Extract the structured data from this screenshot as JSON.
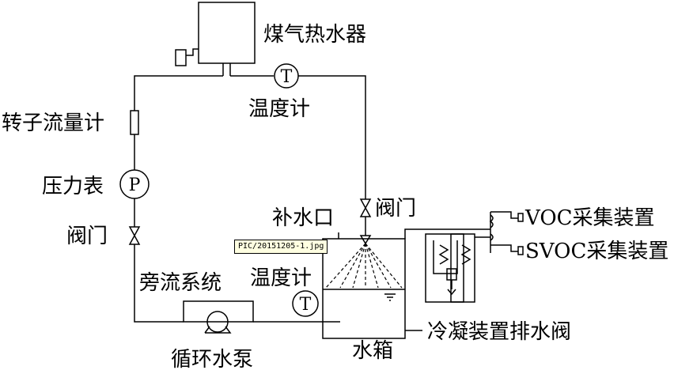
{
  "labels": {
    "gas_heater": "煤气热水器",
    "thermometer_top": "温度计",
    "rotameter": "转子流量计",
    "pressure_gauge": "压力表",
    "valve_left": "阀门",
    "valve_right": "阀门",
    "makeup_port": "补水口",
    "thermometer_tank": "温度计",
    "bypass": "旁流系统",
    "pump": "循环水泵",
    "tank": "水箱",
    "condenser_drain": "冷凝装置排水阀",
    "voc": "VOC采集装置",
    "svoc": "SVOC采集装置"
  },
  "symbols": {
    "thermometer": "T",
    "pressure": "P"
  },
  "tooltip": "PIC/20151205-1.jpg"
}
